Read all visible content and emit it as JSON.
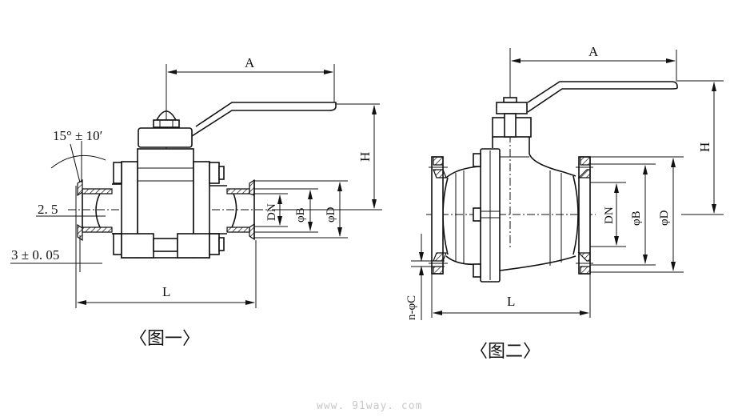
{
  "figure1": {
    "caption": "〈图一〉",
    "dims": {
      "A": "A",
      "H": "H",
      "L": "L",
      "DN": "DN",
      "phiB": "φB",
      "phiD": "φD",
      "angle": "15° ± 10′",
      "gap": "2. 5",
      "thickness": "3 ± 0. 05"
    }
  },
  "figure2": {
    "caption": "〈图二〉",
    "dims": {
      "A": "A",
      "H": "H",
      "L": "L",
      "DN": "DN",
      "phiB": "φB",
      "phiD": "φD",
      "holes": "n-φC"
    }
  },
  "watermark": "www. 91way. com",
  "colors": {
    "line": "#111111",
    "background": "#ffffff",
    "watermark": "#c8c8c8"
  }
}
